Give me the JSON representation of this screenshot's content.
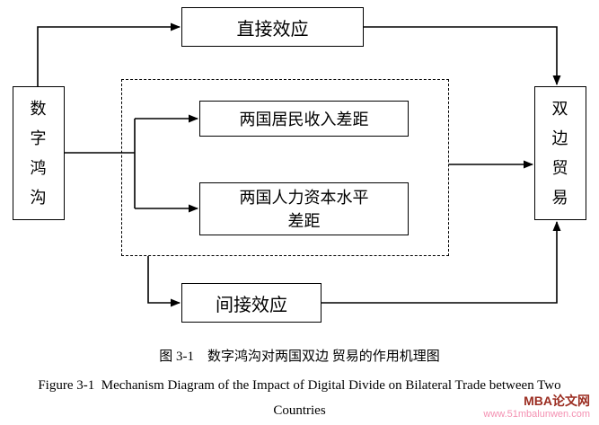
{
  "diagram": {
    "digital_divide": "数\n字\n鸿\n沟",
    "direct_effect": "直接效应",
    "income_gap": "两国居民收入差距",
    "human_capital_gap": "两国人力资本水平\n差距",
    "indirect_effect": "间接效应",
    "bilateral_trade": "双\n边\n贸\n易"
  },
  "captions": {
    "figure_zh": "图 3-1　数字鸿沟对两国双边 贸易的作用机理图",
    "figure_en_line1": "Figure 3-1  Mechanism Diagram of the Impact of Digital Divide on Bilateral Trade between Two",
    "figure_en_line2": "Countries"
  },
  "watermark": {
    "title": "MBA论文网",
    "url": "www.51mbalunwen.com"
  },
  "colors": {
    "line": "#000000",
    "box_border": "#000000",
    "background": "#ffffff",
    "watermark_title": "#9b2d21",
    "watermark_url": "#f490b1"
  }
}
